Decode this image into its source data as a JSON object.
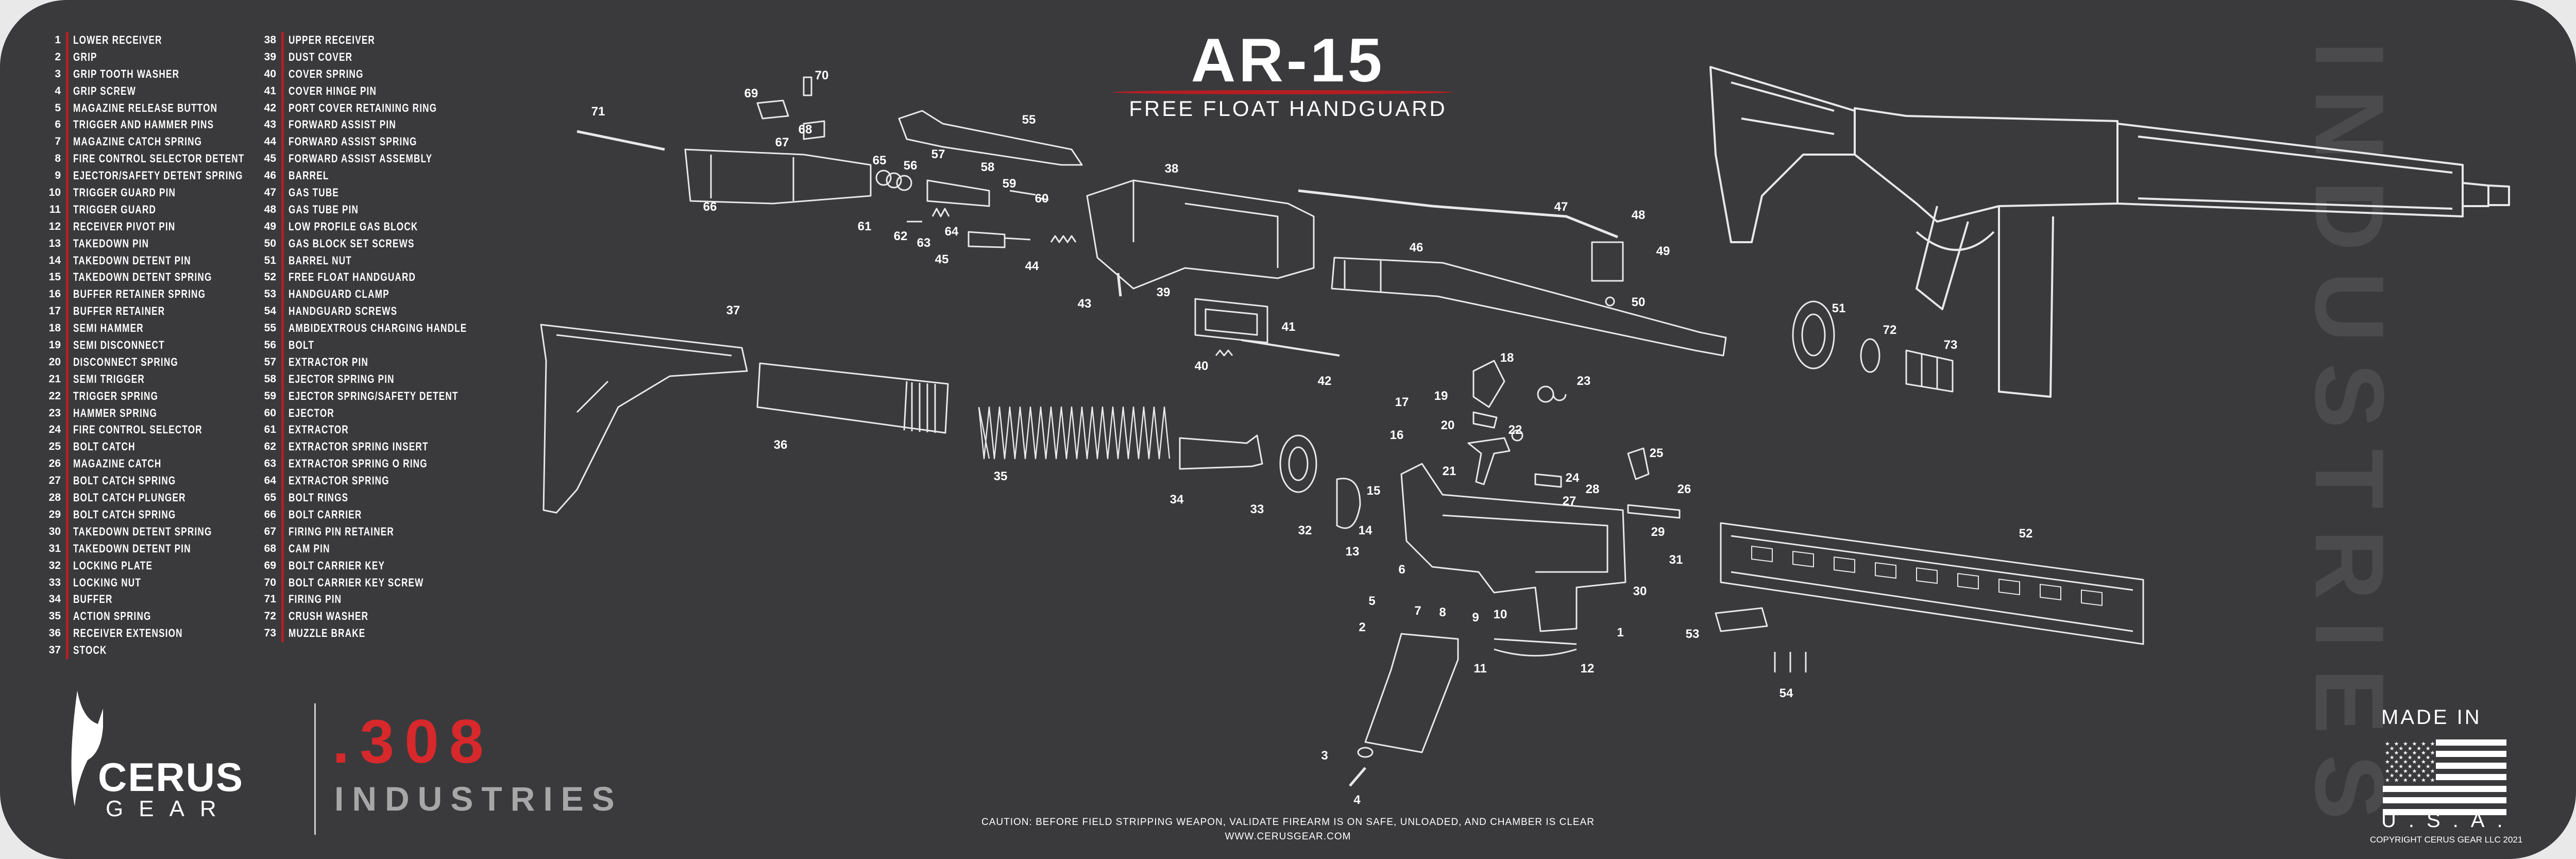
{
  "title": {
    "main": "AR-15",
    "subtitle": "FREE FLOAT HANDGUARD"
  },
  "parts": [
    {
      "num": "1",
      "name": "LOWER RECEIVER"
    },
    {
      "num": "2",
      "name": "GRIP"
    },
    {
      "num": "3",
      "name": "GRIP TOOTH  WASHER"
    },
    {
      "num": "4",
      "name": "GRIP SCREW"
    },
    {
      "num": "5",
      "name": "MAGAZINE RELEASE BUTTON"
    },
    {
      "num": "6",
      "name": "TRIGGER AND HAMMER PINS"
    },
    {
      "num": "7",
      "name": "MAGAZINE CATCH SPRING"
    },
    {
      "num": "8",
      "name": "FIRE CONTROL SELECTOR DETENT"
    },
    {
      "num": "9",
      "name": "EJECTOR/SAFETY DETENT SPRING"
    },
    {
      "num": "10",
      "name": "TRIGGER GUARD PIN"
    },
    {
      "num": "11",
      "name": "TRIGGER GUARD"
    },
    {
      "num": "12",
      "name": "RECEIVER PIVOT PIN"
    },
    {
      "num": "13",
      "name": "TAKEDOWN PIN"
    },
    {
      "num": "14",
      "name": "TAKEDOWN DETENT PIN"
    },
    {
      "num": "15",
      "name": "TAKEDOWN DETENT SPRING"
    },
    {
      "num": "16",
      "name": "BUFFER RETAINER SPRING"
    },
    {
      "num": "17",
      "name": "BUFFER RETAINER"
    },
    {
      "num": "18",
      "name": "SEMI HAMMER"
    },
    {
      "num": "19",
      "name": "SEMI DISCONNECT"
    },
    {
      "num": "20",
      "name": "DISCONNECT SPRING"
    },
    {
      "num": "21",
      "name": "SEMI TRIGGER"
    },
    {
      "num": "22",
      "name": "TRIGGER SPRING"
    },
    {
      "num": "23",
      "name": "HAMMER SPRING"
    },
    {
      "num": "24",
      "name": "FIRE CONTROL SELECTOR"
    },
    {
      "num": "25",
      "name": "BOLT CATCH"
    },
    {
      "num": "26",
      "name": "MAGAZINE CATCH"
    },
    {
      "num": "27",
      "name": "BOLT CATCH SPRING"
    },
    {
      "num": "28",
      "name": "BOLT CATCH PLUNGER"
    },
    {
      "num": "29",
      "name": "BOLT CATCH SPRING"
    },
    {
      "num": "30",
      "name": "TAKEDOWN DETENT SPRING"
    },
    {
      "num": "31",
      "name": "TAKEDOWN DETENT PIN"
    },
    {
      "num": "32",
      "name": "LOCKING PLATE"
    },
    {
      "num": "33",
      "name": "LOCKING NUT"
    },
    {
      "num": "34",
      "name": "BUFFER"
    },
    {
      "num": "35",
      "name": "ACTION SPRING"
    },
    {
      "num": "36",
      "name": "RECEIVER EXTENSION"
    },
    {
      "num": "37",
      "name": "STOCK"
    },
    {
      "num": "38",
      "name": "UPPER RECEIVER"
    },
    {
      "num": "39",
      "name": "DUST COVER"
    },
    {
      "num": "40",
      "name": "COVER SPRING"
    },
    {
      "num": "41",
      "name": "COVER HINGE PIN"
    },
    {
      "num": "42",
      "name": "PORT COVER RETAINING RING"
    },
    {
      "num": "43",
      "name": "FORWARD ASSIST PIN"
    },
    {
      "num": "44",
      "name": "FORWARD ASSIST SPRING"
    },
    {
      "num": "45",
      "name": "FORWARD ASSIST ASSEMBLY"
    },
    {
      "num": "46",
      "name": "BARREL"
    },
    {
      "num": "47",
      "name": "GAS TUBE"
    },
    {
      "num": "48",
      "name": "GAS TUBE PIN"
    },
    {
      "num": "49",
      "name": "LOW PROFILE GAS BLOCK"
    },
    {
      "num": "50",
      "name": "GAS BLOCK SET SCREWS"
    },
    {
      "num": "51",
      "name": "BARREL NUT"
    },
    {
      "num": "52",
      "name": "FREE FLOAT HANDGUARD"
    },
    {
      "num": "53",
      "name": "HANDGUARD CLAMP"
    },
    {
      "num": "54",
      "name": "HANDGUARD SCREWS"
    },
    {
      "num": "55",
      "name": "AMBIDEXTROUS CHARGING HANDLE"
    },
    {
      "num": "56",
      "name": "BOLT"
    },
    {
      "num": "57",
      "name": "EXTRACTOR PIN"
    },
    {
      "num": "58",
      "name": "EJECTOR SPRING PIN"
    },
    {
      "num": "59",
      "name": "EJECTOR SPRING/SAFETY DETENT"
    },
    {
      "num": "60",
      "name": "EJECTOR"
    },
    {
      "num": "61",
      "name": "EXTRACTOR"
    },
    {
      "num": "62",
      "name": "EXTRACTOR SPRING INSERT"
    },
    {
      "num": "63",
      "name": "EXTRACTOR SPRING O RING"
    },
    {
      "num": "64",
      "name": "EXTRACTOR SPRING"
    },
    {
      "num": "65",
      "name": "BOLT RINGS"
    },
    {
      "num": "66",
      "name": "BOLT CARRIER"
    },
    {
      "num": "67",
      "name": "FIRING PIN RETAINER"
    },
    {
      "num": "68",
      "name": "CAM PIN"
    },
    {
      "num": "69",
      "name": "BOLT CARRIER KEY"
    },
    {
      "num": "70",
      "name": "BOLT CARRIER KEY SCREW"
    },
    {
      "num": "71",
      "name": "FIRING PIN"
    },
    {
      "num": "72",
      "name": "CRUSH WASHER"
    },
    {
      "num": "73",
      "name": "MUZZLE BRAKE"
    }
  ],
  "footer": {
    "caution": "CAUTION: BEFORE FIELD STRIPPING WEAPON, VALIDATE FIREARM IS ON SAFE, UNLOADED, AND CHAMBER IS CLEAR",
    "url": "WWW.CERUSGEAR.COM"
  },
  "logos": {
    "cerus_word": "CERUS",
    "cerus_sub": "GEAR",
    "industries_mark": ".308",
    "industries_word": "INDUSTRIES",
    "watermark": "INDUSTRIES"
  },
  "made_in": {
    "top": "MADE IN",
    "bottom": "U.S.A.",
    "copyright": "COPYRIGHT CERUS GEAR LLC 2021"
  },
  "colors": {
    "background": "#3a3a3c",
    "accent": "#b51e23",
    "text": "#ffffff"
  }
}
